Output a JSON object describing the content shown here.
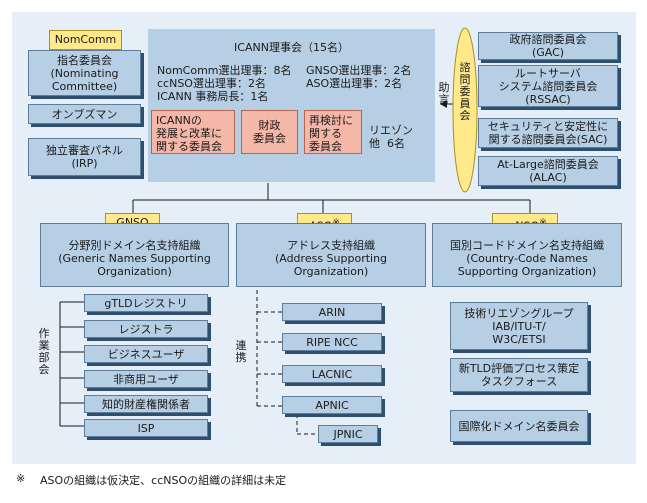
{
  "nomcomm": {
    "label": "NomComm",
    "text": "指名委員会\n(Nominating\nCommittee)"
  },
  "ombudsman": "オンブズマン",
  "irp": "独立審査パネル\n(IRP)",
  "board": {
    "title": "ICANN理事会（15名）",
    "lines_left": "NomComm選出理事：8名\nccNSO選出理事：2名\nICANN 事務局長：1名",
    "lines_right": "GNSO選出理事：2名\nASO選出理事：2名",
    "committees": [
      "ICANNの\n発展と改革に\n関する委員会",
      "財政\n委員会",
      "再検討に\n関する\n委員会"
    ],
    "liaison": "リエゾン\n他  6名"
  },
  "advice_label": "助言",
  "advisory_label": "諮問委員会",
  "advisory": [
    "政府諮問委員会\n(GAC)",
    "ルートサーバ\nシステム諮問委員会\n(RSSAC)",
    "セキュリティと安定性に\n関する諮問委員会(SAC)",
    "At-Large諮問委員会\n(ALAC)"
  ],
  "gnso": {
    "label": "GNSO",
    "text": "分野別ドメイン名支持組織\n(Generic Names Supporting\nOrganization)",
    "side_label": "作業部会",
    "groups": [
      "gTLDレジストリ",
      "レジストラ",
      "ビジネスユーザ",
      "非商用ユーザ",
      "知的財産権関係者",
      "ISP"
    ]
  },
  "aso": {
    "label": "ASO",
    "mark": "※",
    "text": "アドレス支持組織\n(Address Supporting\nOrganization)",
    "side_label": "連携",
    "members": [
      "ARIN",
      "RIPE NCC",
      "LACNIC",
      "APNIC"
    ],
    "sub_member": "JPNIC"
  },
  "ccnso": {
    "label": "ccNSO",
    "mark": "※",
    "text": "国別コードドメイン名支持組織\n(Country-Code Names\nSupporting Organization)",
    "groups": [
      "技術リエゾングループ\nIAB/ITU-T/\nW3C/ETSI",
      "新TLD評価プロセス策定\nタスクフォース",
      "国際化ドメイン名委員会"
    ]
  },
  "footnote": {
    "mark": "※",
    "text": "ASOの組織は仮決定、ccNSOの組織の詳細は未定"
  }
}
